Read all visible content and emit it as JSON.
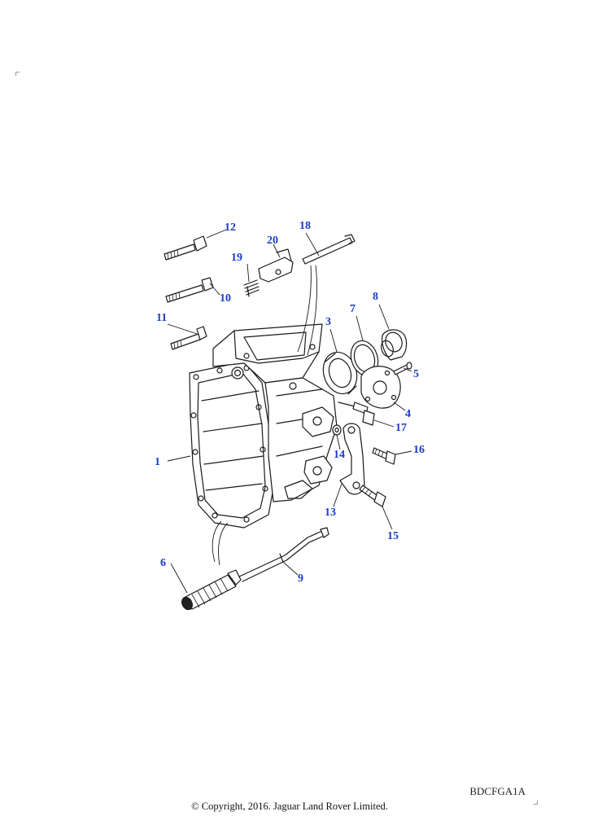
{
  "diagram": {
    "part_code": "BDCFGA1A",
    "copyright": "© Copyright, 2016. Jaguar Land Rover Limited.",
    "callouts": [
      "1",
      "3",
      "4",
      "5",
      "6",
      "7",
      "8",
      "9",
      "10",
      "11",
      "12",
      "13",
      "14",
      "15",
      "16",
      "17",
      "18",
      "19",
      "20"
    ]
  },
  "colors": {
    "callout": "#1a3cc8",
    "line": "#1a1a1a",
    "background": "#ffffff"
  }
}
